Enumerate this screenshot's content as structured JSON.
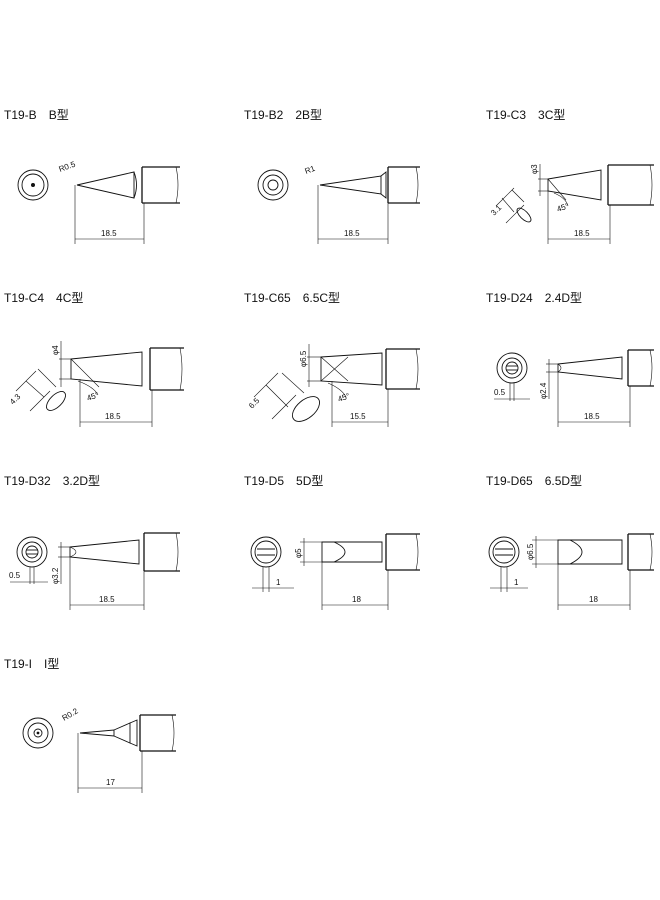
{
  "tips": [
    {
      "code": "T19-B",
      "type": "B型",
      "labels": {
        "dim": "18.5",
        "radius": "R0.5"
      }
    },
    {
      "code": "T19-B2",
      "type": "2B型",
      "labels": {
        "dim": "18.5",
        "radius": "R1"
      }
    },
    {
      "code": "T19-C3",
      "type": "3C型",
      "labels": {
        "dim": "18.5",
        "dia": "φ3",
        "face": "3.1",
        "angle": "45°"
      }
    },
    {
      "code": "T19-C4",
      "type": "4C型",
      "labels": {
        "dim": "18.5",
        "dia": "φ4",
        "face": "4.3",
        "angle": "45°"
      }
    },
    {
      "code": "T19-C65",
      "type": "6.5C型",
      "labels": {
        "dim": "15.5",
        "dia": "φ6.5",
        "face": "6.5",
        "angle": "45°"
      }
    },
    {
      "code": "T19-D24",
      "type": "2.4D型",
      "labels": {
        "dim": "18.5",
        "dia": "φ2.4",
        "thick": "0.5"
      }
    },
    {
      "code": "T19-D32",
      "type": "3.2D型",
      "labels": {
        "dim": "18.5",
        "dia": "φ3.2",
        "thick": "0.5"
      }
    },
    {
      "code": "T19-D5",
      "type": "5D型",
      "labels": {
        "dim": "18",
        "dia": "φ5",
        "thick": "1"
      }
    },
    {
      "code": "T19-D65",
      "type": "6.5D型",
      "labels": {
        "dim": "18",
        "dia": "φ6.5",
        "thick": "1"
      }
    },
    {
      "code": "T19-I",
      "type": "I型",
      "labels": {
        "dim": "17",
        "radius": "R0.2"
      }
    }
  ]
}
